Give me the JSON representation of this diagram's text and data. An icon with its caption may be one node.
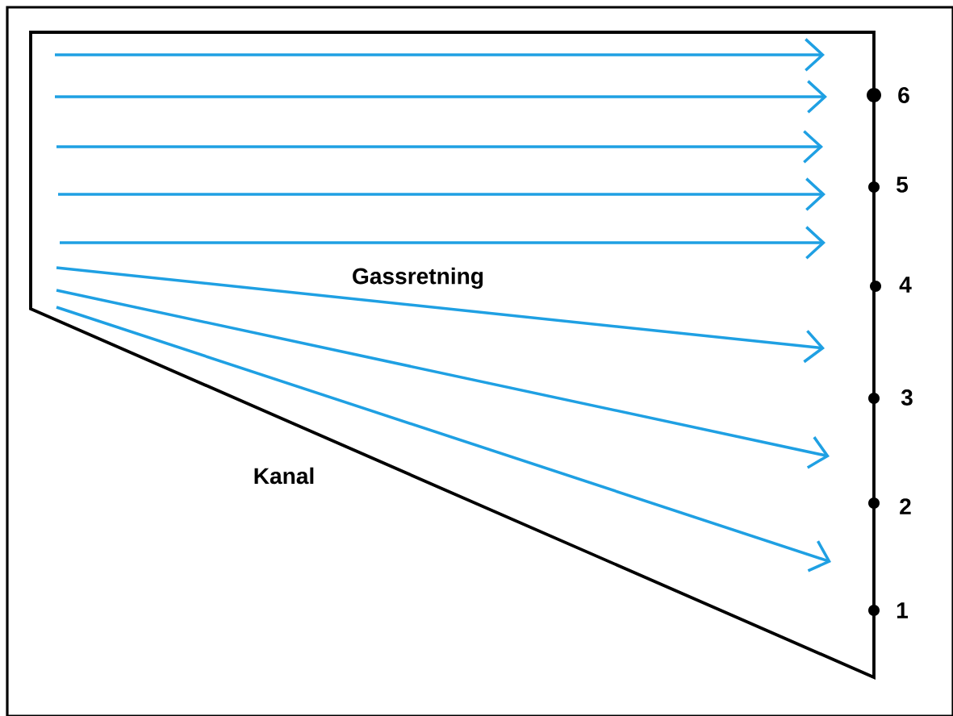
{
  "diagram": {
    "labels": [
      "6",
      "5",
      "Gassretning",
      "4",
      "3",
      "Kanal",
      "2",
      "1"
    ]
  }
}
